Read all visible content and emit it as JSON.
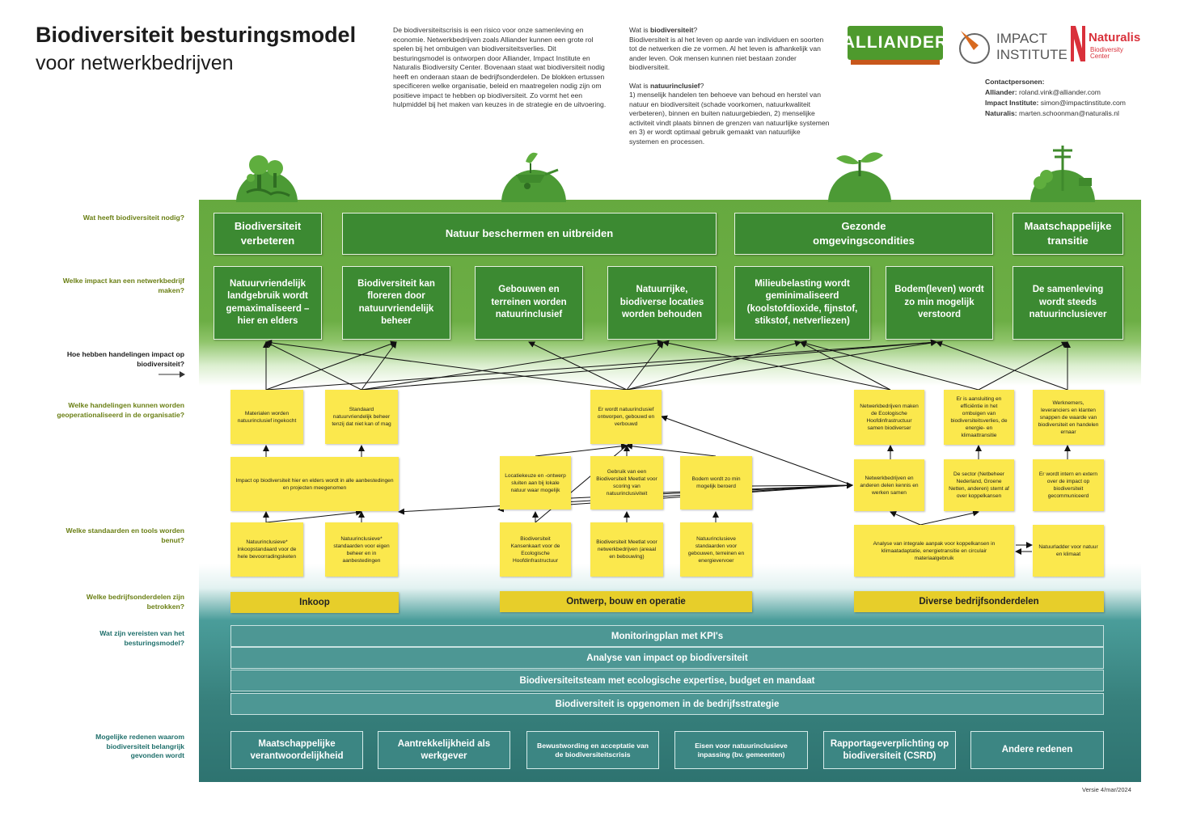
{
  "header": {
    "title_line1": "Biodiversiteit besturingsmodel",
    "title_line2": "voor netwerkbedrijven",
    "intro": "De biodiversiteitscrisis is een risico voor onze samenleving en economie. Netwerkbedrijven zoals Alliander kunnen een grote rol spelen bij het ombuigen van biodiversiteitsverlies. Dit besturingsmodel is ontworpen door Alliander, Impact Institute en Naturalis Biodiversity Center. Bovenaan staat wat biodiversiteit nodig heeft en onderaan staan de bedrijfsonderdelen. De blokken ertussen specificeren welke organisatie, beleid en maatregelen nodig zijn om positieve impact te hebben op biodiversiteit. Zo vormt het een hulpmiddel bij het maken van keuzes in de strategie en de uitvoering.",
    "def1_q_pre": "Wat is ",
    "def1_q_bold": "biodiversiteit",
    "def1_q_post": "?",
    "def1_text": "Biodiversiteit is al het leven op aarde van individuen en soorten tot de netwerken die ze vormen. Al het leven is afhankelijk van ander leven. Ook mensen kunnen niet bestaan zonder biodiversiteit.",
    "def2_q_pre": "Wat is ",
    "def2_q_bold": "natuurinclusief",
    "def2_q_post": "?",
    "def2_text": "1) menselijk handelen ten behoeve van behoud en herstel van natuur en biodiversiteit (schade voorkomen, natuurkwaliteit verbeteren), binnen en buiten natuurgebieden, 2) menselijke activiteit vindt plaats binnen de grenzen van natuurlijke systemen en 3) er wordt optimaal gebruik gemaakt van natuurlijke systemen en processen.",
    "logos": {
      "alliander": "ALLIANDER",
      "impact_line1": "IMPACT",
      "impact_line2": "INSTITUTE",
      "naturalis": "Naturalis",
      "naturalis_sub1": "Biodiversity",
      "naturalis_sub2": "Center"
    },
    "contacts": {
      "heading": "Contactpersonen:",
      "rows": [
        {
          "org": "Alliander:",
          "email": "roland.vink@alliander.com"
        },
        {
          "org": "Impact Institute:",
          "email": "simon@impactinstitute.com"
        },
        {
          "org": "Naturalis:",
          "email": "marten.schoonman@naturalis.nl"
        }
      ]
    }
  },
  "questions": {
    "q1": "Wat heeft biodiversiteit nodig?",
    "q2": "Welke impact kan een netwerkbedrijf maken?",
    "q3": "Hoe hebben handelingen impact op biodiversiteit?",
    "q4": "Welke handelingen kunnen worden geoperationaliseerd in de organisatie?",
    "q5": "Welke standaarden en tools worden benut?",
    "q6": "Welke bedrijfsonderdelen zijn betrokken?",
    "q7": "Wat zijn vereisten van het besturingsmodel?",
    "q8": "Mogelijke redenen waarom biodiversiteit belangrijk gevonden wordt"
  },
  "needs": [
    "Biodiversiteit verbeteren",
    "Natuur beschermen en uitbreiden",
    "Gezonde omgevingscondities",
    "Maatschappelijke transitie"
  ],
  "impacts": [
    "Natuurvriendelijk landgebruik wordt gemaximaliseerd – hier en elders",
    "Biodiversiteit kan floreren door natuurvriendelijk beheer",
    "Gebouwen en terreinen worden natuurinclusief",
    "Natuurrijke, biodiverse locaties worden behouden",
    "Milieubelasting wordt geminimaliseerd (koolstofdioxide, fijnstof, stikstof, netverliezen)",
    "Bodem(leven) wordt zo min mogelijk verstoord",
    "De samenleving wordt steeds natuurinclusiever"
  ],
  "actions": {
    "materialen": "Materialen worden natuurinclusief ingekocht",
    "standaard_beheer": "Standaard natuurvriendelijk beheer tenzij dat niet kan of mag",
    "ontworpen": "Er wordt natuurinclusief ontworpen, gebouwd en verbouwd",
    "netwerkbedrijven_ehs": "Netwerkbedrijven maken de Ecologische Hoofdinfrastructuur samen biodiverser",
    "aansluiting": "Er is aansluiting en efficiëntie in het ombuigen van biodiversiteitsverlies, de energie- en klimaattransitie",
    "werknemers": "Werknemers, leveranciers en klanten snappen de waarde van biodiversiteit en handelen ernaar",
    "impact_aanbesteding": "Impact op biodiversiteit hier en elders wordt in alle aanbestedingen en projecten meegenomen",
    "locatiekeuze": "Locatiekeuze en -ontwerp sluiten aan bij lokale natuur waar mogelijk",
    "meetlat_gebruik": "Gebruik van een Biodiversiteit Meetlat voor scoring van natuurinclusiviteit",
    "bodem": "Bodem wordt zo min mogelijk beroerd",
    "kennis": "Netwerkbedrijven en anderen delen kennis en werken samen",
    "sector": "De sector (Netbeheer Nederland, Groene Netten, anderen) stemt af over koppelkansen",
    "communiceerd": "Er wordt intern en extern over de impact op biodiversiteit gecommuniceerd"
  },
  "tools": {
    "inkoopstandaard": "Natuurinclusieve* inkoopstandaard voor de hele bevoorradingsketen",
    "standaarden_beheer": "Natuurinclusieve* standaarden voor eigen beheer en in aanbestedingen",
    "kansenkaart": "Biodiversiteit Kansenkaart voor de Ecologische Hoofdinfrastructuur",
    "meetlat": "Biodiversiteit Meetlat voor netwerkbedrijven (areaal en bebouwing)",
    "standaarden_gebouwen": "Natuurinclusieve standaarden voor gebouwen, terreinen en energievervoer",
    "analyse": "Analyse van integrale aanpak voor koppelkansen in klimaatadaptatie, energietransitie en circulair materiaalgebruik",
    "natuurladder": "Natuurladder voor natuur en klimaat"
  },
  "departments": [
    "Inkoop",
    "Ontwerp, bouw en operatie",
    "Diverse bedrijfsonderdelen"
  ],
  "requirements": [
    "Monitoringplan met KPI's",
    "Analyse van impact op biodiversiteit",
    "Biodiversiteitsteam met ecologische expertise, budget en mandaat",
    "Biodiversiteit is opgenomen in de bedrijfsstrategie"
  ],
  "reasons": [
    "Maatschappelijke verantwoordelijkheid",
    "Aantrekkelijkheid als werkgever",
    "Bewustwording en acceptatie van de biodiversiteitscrisis",
    "Eisen voor natuurinclusieve inpassing (bv. gemeenten)",
    "Rapportageverplichting op biodiversiteit (CSRD)",
    "Andere redenen"
  ],
  "version": "Versie 4/mar/2024",
  "colors": {
    "green_box": "#3c8a32",
    "yellow_sticky": "#fbe84d",
    "dept_yellow": "#e7ce2a",
    "teal": "#4d9794",
    "question_olive": "#6a7f14",
    "question_teal": "#1f6f6b"
  },
  "icons": [
    "tree-globe-icon",
    "wheelbarrow-globe-icon",
    "sprout-globe-icon",
    "power-pole-globe-icon"
  ]
}
